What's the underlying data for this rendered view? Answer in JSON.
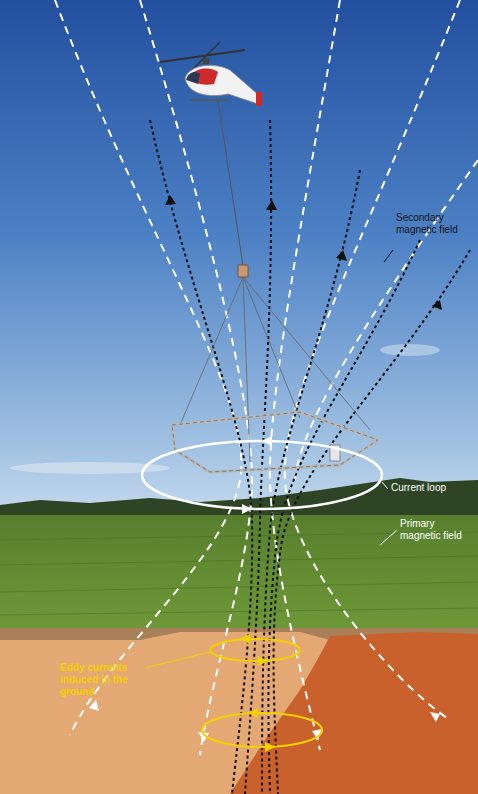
{
  "diagram": {
    "labels": [
      "Secondary magnetic field",
      "Current loop",
      "Primary magnetic field",
      "Eddy currents induced in the ground"
    ]
  }
}
